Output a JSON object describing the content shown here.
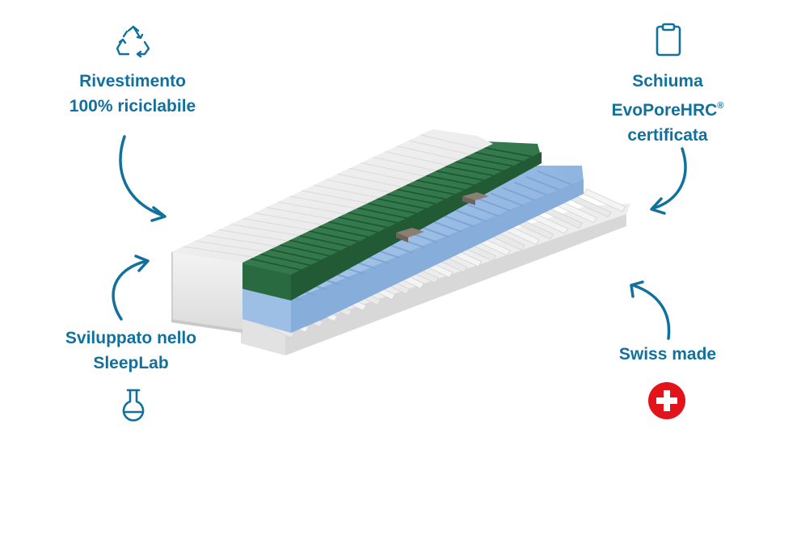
{
  "features": {
    "recycle": {
      "line1": "Rivestimento",
      "line2": "100% riciclabile",
      "icon": "recycle-icon"
    },
    "foam": {
      "line1": "Schiuma",
      "line2": "EvoPoreHRC",
      "line2_mark": "®",
      "line3": "certificata",
      "icon": "clipboard-icon"
    },
    "lab": {
      "line1": "Sviluppato nello",
      "line2": "SleepLab",
      "icon": "flask-icon"
    },
    "swiss": {
      "line1": "Swiss made",
      "icon": "swiss-cross-icon"
    }
  },
  "colors": {
    "text": "#12719c",
    "swiss_red": "#e3131b",
    "foam_green": "#2f7447",
    "foam_blue": "#a6c5e8"
  }
}
